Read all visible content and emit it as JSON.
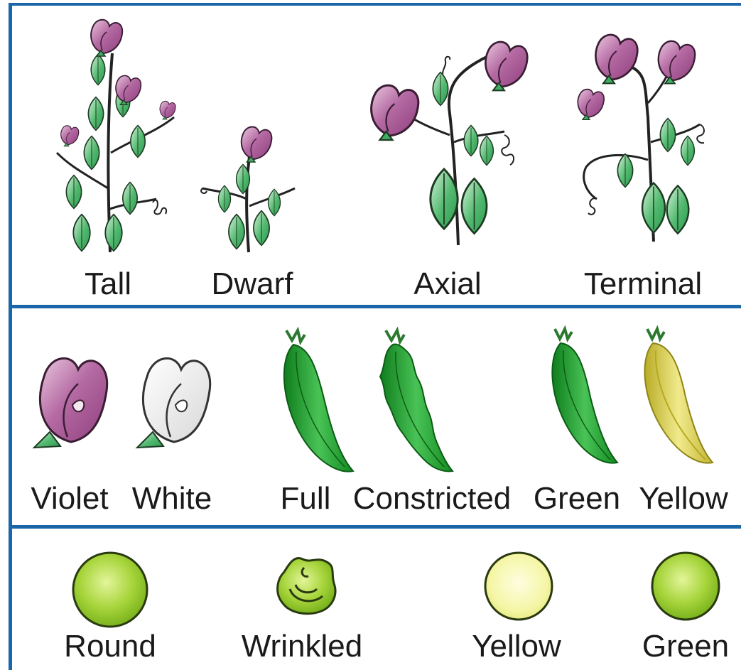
{
  "colors": {
    "frame": "#1b66a8",
    "flower_violet": "#b0669e",
    "flower_white": "#f2f2f2",
    "leaf_green": "#3fae62",
    "pod_green": "#1f9e2b",
    "pod_yellow": "#d8cc4a",
    "seed_green": "#9ccf2a",
    "seed_yellow": "#f4f59a",
    "stem": "#222222"
  },
  "rows": {
    "plant": {
      "labels": {
        "tall": "Tall",
        "dwarf": "Dwarf",
        "axial": "Axial",
        "terminal": "Terminal"
      }
    },
    "flower_pod": {
      "labels": {
        "violet": "Violet",
        "white": "White",
        "full": "Full",
        "constricted": "Constricted",
        "green": "Green",
        "yellow": "Yellow"
      }
    },
    "seed": {
      "labels": {
        "round": "Round",
        "wrinkled": "Wrinkled",
        "yellow": "Yellow",
        "green": "Green"
      }
    }
  }
}
